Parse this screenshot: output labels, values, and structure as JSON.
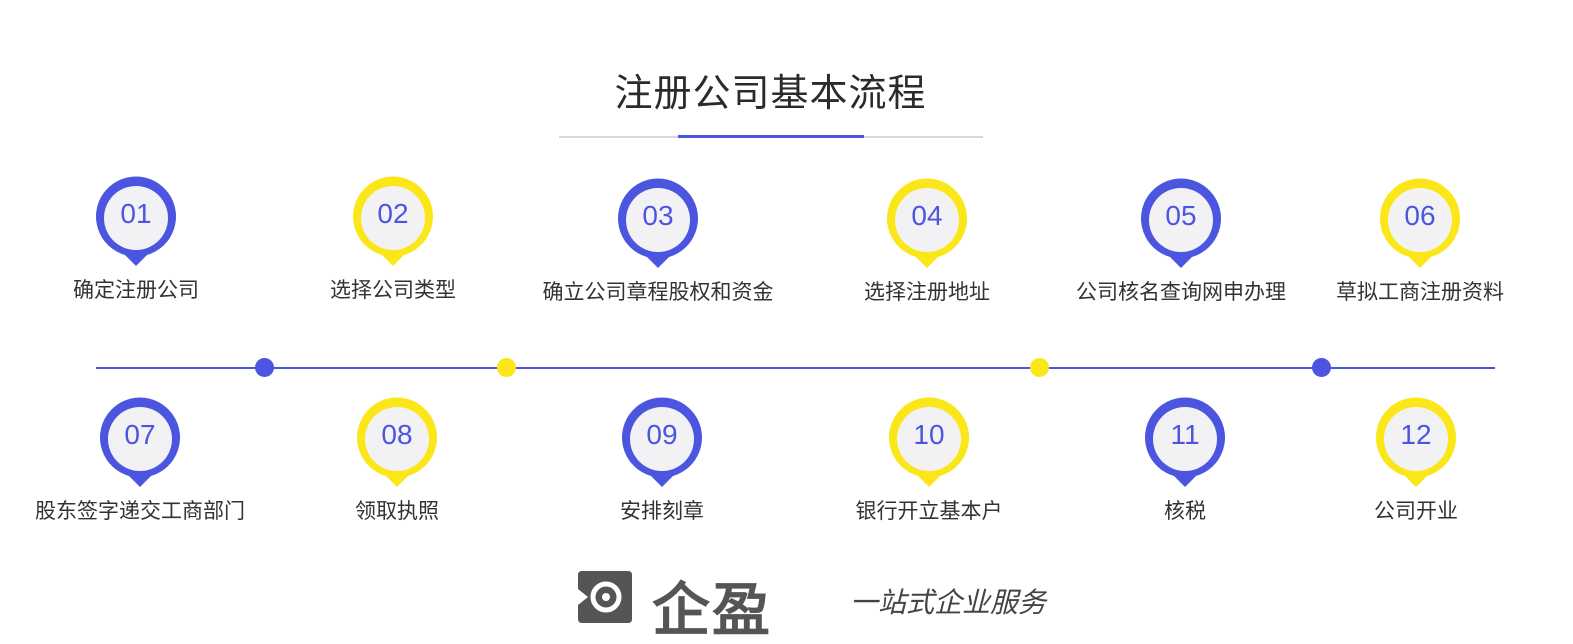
{
  "title": "注册公司基本流程",
  "colors": {
    "blue": "#4c55e0",
    "yellow": "#fbe719",
    "pin_inner": "#f2f2f5"
  },
  "steps": [
    {
      "num": "01",
      "label": "确定注册公司",
      "color": "blue"
    },
    {
      "num": "02",
      "label": "选择公司类型",
      "color": "yellow"
    },
    {
      "num": "03",
      "label": "确立公司章程股权和资金",
      "color": "blue"
    },
    {
      "num": "04",
      "label": "选择注册地址",
      "color": "yellow"
    },
    {
      "num": "05",
      "label": "公司核名查询网申办理",
      "color": "blue"
    },
    {
      "num": "06",
      "label": "草拟工商注册资料",
      "color": "yellow"
    },
    {
      "num": "07",
      "label": "股东签字递交工商部门",
      "color": "blue"
    },
    {
      "num": "08",
      "label": "领取执照",
      "color": "yellow"
    },
    {
      "num": "09",
      "label": "安排刻章",
      "color": "blue"
    },
    {
      "num": "10",
      "label": "银行开立基本户",
      "color": "yellow"
    },
    {
      "num": "11",
      "label": "核税",
      "color": "blue"
    },
    {
      "num": "12",
      "label": "公司开业",
      "color": "yellow"
    }
  ],
  "timeline_dots": [
    "blue",
    "yellow",
    "yellow",
    "blue"
  ],
  "brand": {
    "name": "企盈",
    "slogan": "一站式企业服务",
    "logo_icon": "brand-logo-icon"
  }
}
